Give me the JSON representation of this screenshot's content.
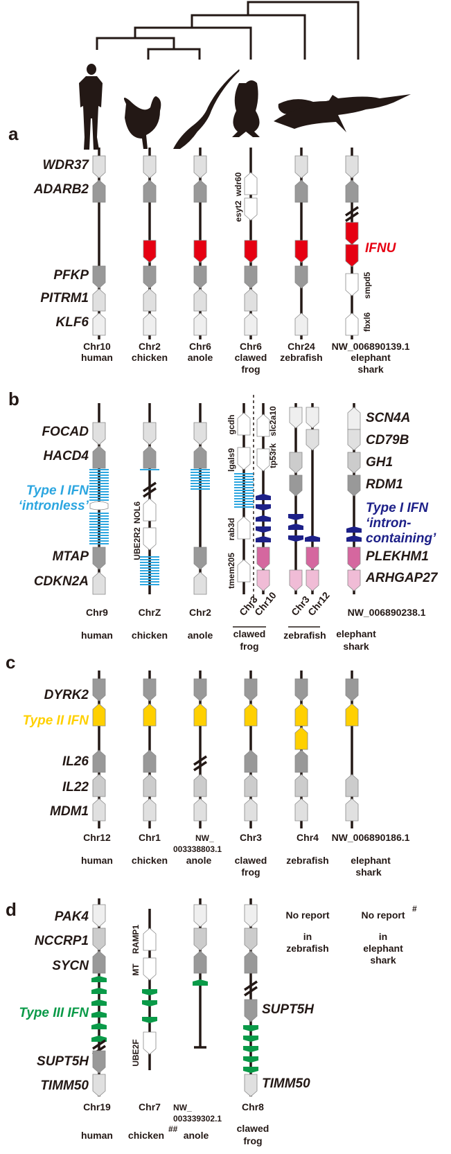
{
  "colors": {
    "line": "#231815",
    "light": "#efefef",
    "light2": "#e0e0e0",
    "mid": "#cccccc",
    "dark": "#999999",
    "white": "#ffffff",
    "ifnu_red": "#e60012",
    "type1_intronless_blue": "#2ca6e0",
    "type1_introncontaining_navy": "#1d2088",
    "plekhm1_pink": "#d5679f",
    "arhgap27_pink": "#f0bcd6",
    "type2_yellow": "#ffd000",
    "type3_green": "#0a9a48"
  },
  "phylogeny": {
    "species": [
      "human",
      "chicken",
      "anole",
      "clawed frog",
      "zebrafish",
      "elephant shark"
    ],
    "silhouettes": [
      "human-silhouette",
      "chicken-silhouette",
      "lizard-silhouette",
      "frog-silhouette",
      "fish-silhouette",
      "shark-silhouette"
    ]
  },
  "panels": {
    "a": {
      "letter": "a",
      "left_genes": [
        "WDR37",
        "ADARB2",
        "PFKP",
        "PITRM1",
        "KLF6"
      ],
      "highlight": {
        "label": "IFNU",
        "color": "#e60012"
      },
      "side_labels": {
        "frog_1": "wdr60",
        "frog_2": "esyt2",
        "shark_1": "smpd5",
        "shark_2": "fbxl6"
      },
      "columns": [
        {
          "chr": "Chr10",
          "species": "human"
        },
        {
          "chr": "Chr2",
          "species": "chicken"
        },
        {
          "chr": "Chr6",
          "species": "anole"
        },
        {
          "chr": "Chr6",
          "species": "clawed frog"
        },
        {
          "chr": "Chr24",
          "species": "zebrafish"
        },
        {
          "chr": "NW_006890139.1",
          "species": "elephant shark"
        }
      ]
    },
    "b": {
      "letter": "b",
      "left_genes": [
        "FOCAD",
        "HACD4",
        "MTAP",
        "CDKN2A"
      ],
      "right_genes": [
        "SCN4A",
        "CD79B",
        "GH1",
        "RDM1",
        "PLEKHM1",
        "ARHGAP27"
      ],
      "intronless_label": [
        "Type I IFN",
        "‘intronless’"
      ],
      "introncontaining_label": [
        "Type I IFN",
        "‘intron-",
        "containing’"
      ],
      "side_labels": {
        "chicken_1": "NOL6",
        "chicken_2": "UBE2R2",
        "frog3_1": "gcdh",
        "frog3_2": "lgals9",
        "frog3_3": "rab3d",
        "frog3_4": "tmem205",
        "frog10_1": "slc2a10",
        "frog10_2": "tp53rk"
      },
      "columns": [
        {
          "chr": "Chr9",
          "species": "human"
        },
        {
          "chr": "ChrZ",
          "species": "chicken"
        },
        {
          "chr": "Chr2",
          "species": "anole"
        },
        {
          "chr": "Chr3",
          "species": "clawed frog"
        },
        {
          "chr": "Chr10",
          "species": "clawed frog"
        },
        {
          "chr": "Chr3",
          "species": "zebrafish"
        },
        {
          "chr": "Chr12",
          "species": "zebrafish"
        },
        {
          "chr": "NW_006890238.1",
          "species": "elephant shark"
        }
      ],
      "species_labels": [
        "human",
        "chicken",
        "anole",
        "clawed",
        "frog",
        "zebrafish",
        "elephant",
        "shark"
      ]
    },
    "c": {
      "letter": "c",
      "left_genes": [
        "DYRK2",
        "Type II IFN",
        "IL26",
        "IL22",
        "MDM1"
      ],
      "columns": [
        {
          "chr": "Chr12",
          "species": "human"
        },
        {
          "chr": "Chr1",
          "species": "chicken"
        },
        {
          "chr": "NW_",
          "chr2": "003338803.1",
          "species": "anole"
        },
        {
          "chr": "Chr3",
          "species": "clawed frog"
        },
        {
          "chr": "Chr4",
          "species": "zebrafish"
        },
        {
          "chr": "NW_006890186.1",
          "species": "elephant shark"
        }
      ]
    },
    "d": {
      "letter": "d",
      "left_genes": [
        "PAK4",
        "NCCRP1",
        "SYCN",
        "Type III IFN",
        "SUPT5H",
        "TIMM50"
      ],
      "right_genes": [
        "SUPT5H",
        "TIMM50"
      ],
      "side_labels": {
        "chicken_1": "RAMP1",
        "chicken_2": "MT",
        "chicken_3": "UBE2F"
      },
      "no_report": [
        {
          "line1": "No report",
          "line2": "in",
          "line3": "zebrafish",
          "mark": ""
        },
        {
          "line1": "No report",
          "line2": "in",
          "line3": "elephant",
          "line4": "shark",
          "mark": "#"
        }
      ],
      "columns": [
        {
          "chr": "Chr19",
          "species": "human"
        },
        {
          "chr": "Chr7",
          "species": "chicken",
          "mark": "##"
        },
        {
          "chr": "NW_",
          "chr2": "003339302.1",
          "species": "anole"
        },
        {
          "chr": "Chr8",
          "species": "clawed frog"
        }
      ]
    }
  }
}
